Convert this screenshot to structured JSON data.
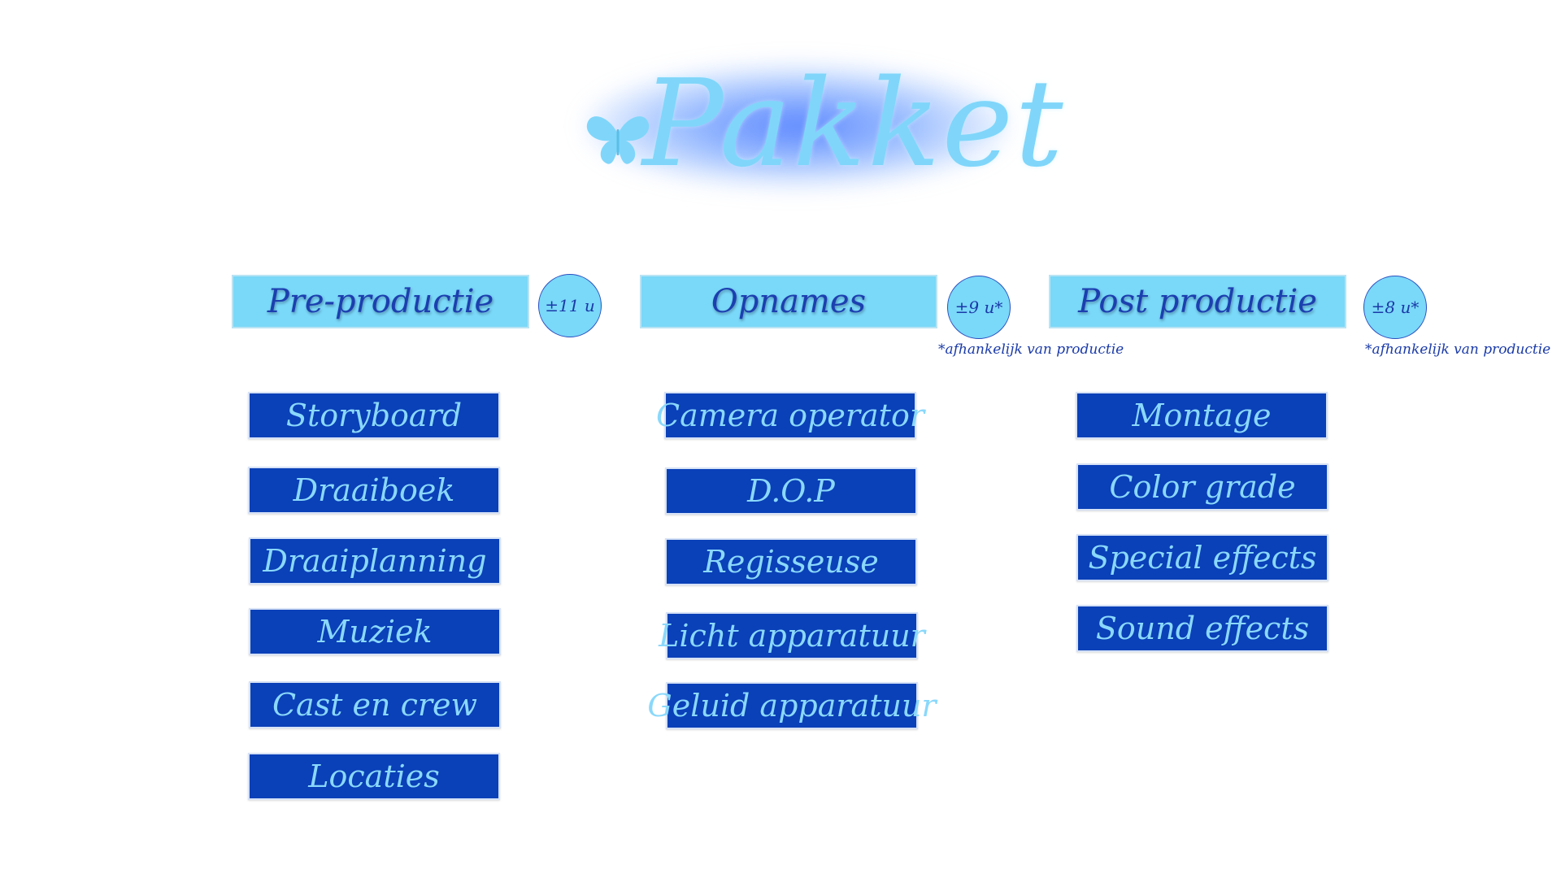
{
  "title": "Pakket",
  "columns": [
    {
      "header": "Pre-productie",
      "hours": "±11 u",
      "note": "",
      "items": [
        "Storyboard",
        "Draaiboek",
        "Draaiplanning",
        "Muziek",
        "Cast en crew",
        "Locaties"
      ]
    },
    {
      "header": "Opnames",
      "hours": "±9 u*",
      "note": "*afhankelijk van productie",
      "items": [
        "Camera operator",
        "D.O.P",
        "Regisseuse",
        "Licht apparatuur",
        "Geluid apparatuur"
      ]
    },
    {
      "header": "Post productie",
      "hours": "±8 u*",
      "note": "*afhankelijk van productie",
      "items": [
        "Montage",
        "Color grade",
        "Special effects",
        "Sound effects"
      ]
    }
  ],
  "icons": {
    "logo": "butterfly-icon"
  },
  "colors": {
    "header_bg": "#7ad8f8",
    "item_bg": "#0a40b8",
    "item_text": "#8ad8fb",
    "header_text": "#1c3fb0",
    "glow": "#3c6eff"
  }
}
